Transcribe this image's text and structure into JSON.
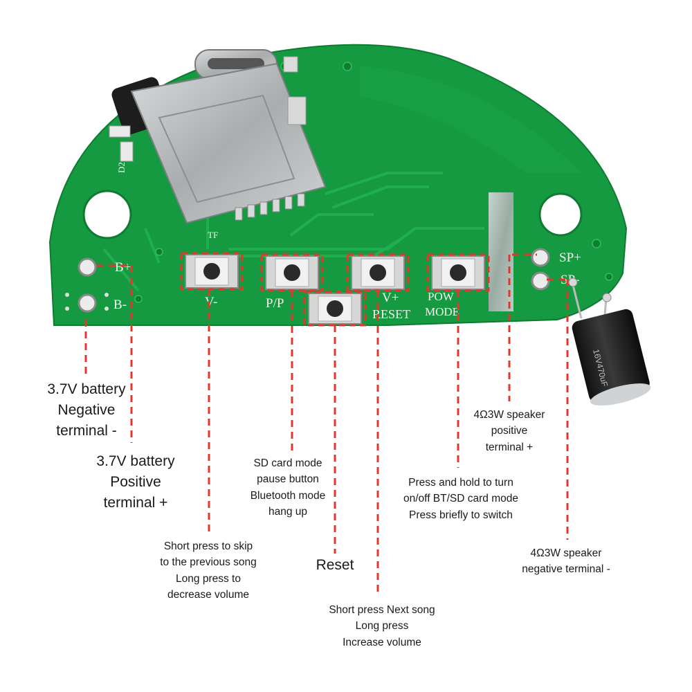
{
  "board": {
    "silkscreen": {
      "b_plus": "B+",
      "b_minus": "B-",
      "v_minus": "V-",
      "pp": "P/P",
      "v_plus": "V+",
      "reset": "RESET",
      "pow": "POW",
      "mode": "MODE",
      "sp_plus": "SP+",
      "sp_minus": "SP-",
      "d2": "D2",
      "tf": "TF",
      "cap_marking": "16V470uF"
    }
  },
  "labels": {
    "battery_negative": [
      "3.7V battery",
      "Negative",
      "terminal -"
    ],
    "battery_positive": [
      "3.7V battery",
      "Positive",
      "terminal +"
    ],
    "v_minus_button": [
      "Short press to skip",
      "to the previous song",
      "Long press to",
      "decrease volume"
    ],
    "pp_button": [
      "SD card mode",
      "pause button",
      "Bluetooth mode",
      "hang up"
    ],
    "reset_button": [
      "Reset"
    ],
    "v_plus_button": [
      "Short press Next song",
      "Long press",
      "Increase volume"
    ],
    "pow_mode_button": [
      "Press and hold to turn",
      "on/off BT/SD card mode",
      "Press briefly to switch"
    ],
    "speaker_positive": [
      "4Ω3W speaker",
      "positive",
      "terminal +"
    ],
    "speaker_negative": [
      "4Ω3W speaker",
      "negative terminal -"
    ]
  },
  "colors": {
    "pcb": "#169a41",
    "pcb_dark": "#0f7d33",
    "trace": "#1fb04d",
    "metal": "#b9bcbd",
    "leader": "#e0392b"
  }
}
